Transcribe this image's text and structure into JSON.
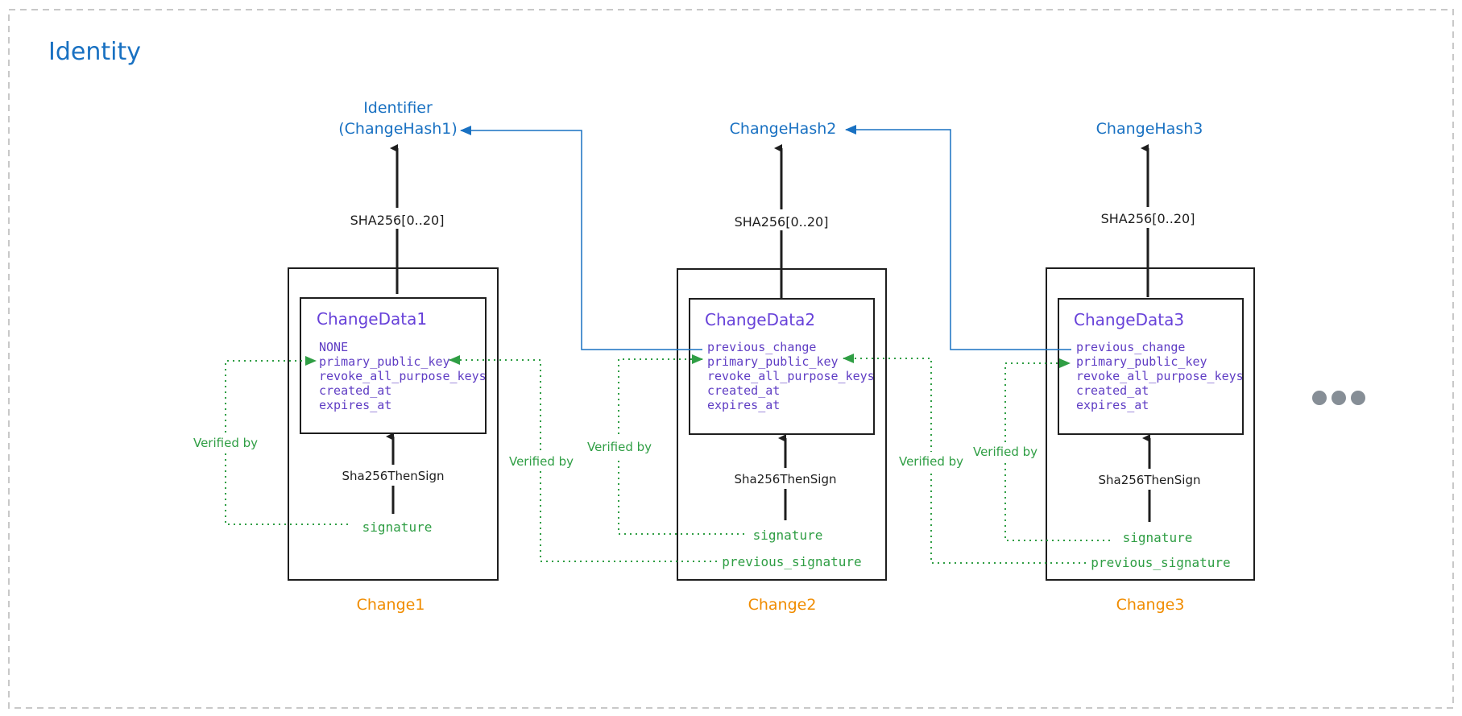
{
  "title": "Identity",
  "colors": {
    "frame": "#c8c8c8",
    "title": "#1971c2",
    "hash": "#1971c2",
    "box_title": "#6741d9",
    "field": "#5f3dc4",
    "verify": "#2f9e44",
    "change": "#f08c00",
    "ink": "#1e1e1e",
    "dots": "#868e96"
  },
  "hash_op": "SHA256[0..20]",
  "sign_op": "Sha256ThenSign",
  "verified_by": "Verified by",
  "changes": [
    {
      "label": "Change1",
      "hash_label": [
        "Identifier",
        "(ChangeHash1)"
      ],
      "data_title": "ChangeData1",
      "fields": [
        "NONE",
        "primary_public_key",
        "revoke_all_purpose_keys",
        "created_at",
        "expires_at"
      ],
      "signature": "signature",
      "previous_signature": null
    },
    {
      "label": "Change2",
      "hash_label": [
        "ChangeHash2"
      ],
      "data_title": "ChangeData2",
      "fields": [
        "previous_change",
        "primary_public_key",
        "revoke_all_purpose_keys",
        "created_at",
        "expires_at"
      ],
      "signature": "signature",
      "previous_signature": "previous_signature"
    },
    {
      "label": "Change3",
      "hash_label": [
        "ChangeHash3"
      ],
      "data_title": "ChangeData3",
      "fields": [
        "previous_change",
        "primary_public_key",
        "revoke_all_purpose_keys",
        "created_at",
        "expires_at"
      ],
      "signature": "signature",
      "previous_signature": "previous_signature"
    }
  ],
  "continuation_icon": "ellipsis-dots"
}
